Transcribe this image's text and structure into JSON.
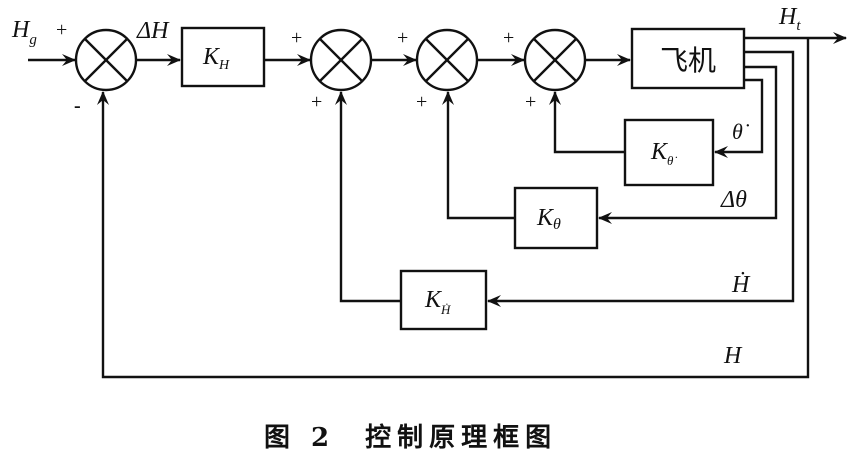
{
  "diagram": {
    "type": "control-block-diagram",
    "input": {
      "label": "H",
      "subscript": "g"
    },
    "error_signal": {
      "label": "ΔH"
    },
    "output": {
      "label": "H",
      "subscript": "t"
    },
    "summing_junctions": [
      {
        "id": "sum1",
        "signs": {
          "input": "+",
          "feedback": "-"
        }
      },
      {
        "id": "sum2",
        "signs": {
          "input": "+",
          "feedback": "+"
        }
      },
      {
        "id": "sum3",
        "signs": {
          "input": "+",
          "feedback": "+"
        }
      },
      {
        "id": "sum4",
        "signs": {
          "input": "+",
          "feedback": "+"
        }
      }
    ],
    "blocks": {
      "kh": {
        "base": "K",
        "subscript": "H"
      },
      "plant": {
        "label": "飞机"
      },
      "k_theta_dot": {
        "base": "K",
        "subscript": "θ̇"
      },
      "k_theta": {
        "base": "K",
        "subscript": "θ"
      },
      "k_h_dot": {
        "base": "K",
        "subscript": "Ḣ"
      }
    },
    "feedback_signals": {
      "theta_dot": "θ˙",
      "delta_theta": "Δθ",
      "h_dot": "Ḣ",
      "h": "H"
    },
    "edges": [
      {
        "from": "input",
        "to": "sum1"
      },
      {
        "from": "sum1",
        "to": "kh",
        "label": "ΔH"
      },
      {
        "from": "kh",
        "to": "sum2"
      },
      {
        "from": "sum2",
        "to": "sum3"
      },
      {
        "from": "sum3",
        "to": "sum4"
      },
      {
        "from": "sum4",
        "to": "plant"
      },
      {
        "from": "plant",
        "to": "output",
        "label": "H_t"
      },
      {
        "from": "plant",
        "to": "k_theta_dot",
        "label": "θ˙"
      },
      {
        "from": "k_theta_dot",
        "to": "sum4"
      },
      {
        "from": "plant",
        "to": "k_theta",
        "label": "Δθ"
      },
      {
        "from": "k_theta",
        "to": "sum3"
      },
      {
        "from": "plant",
        "to": "k_h_dot",
        "label": "Ḣ"
      },
      {
        "from": "k_h_dot",
        "to": "sum2"
      },
      {
        "from": "output",
        "to": "sum1",
        "label": "H"
      }
    ]
  },
  "caption": {
    "figure": "图 2",
    "title": "控制原理框图"
  }
}
